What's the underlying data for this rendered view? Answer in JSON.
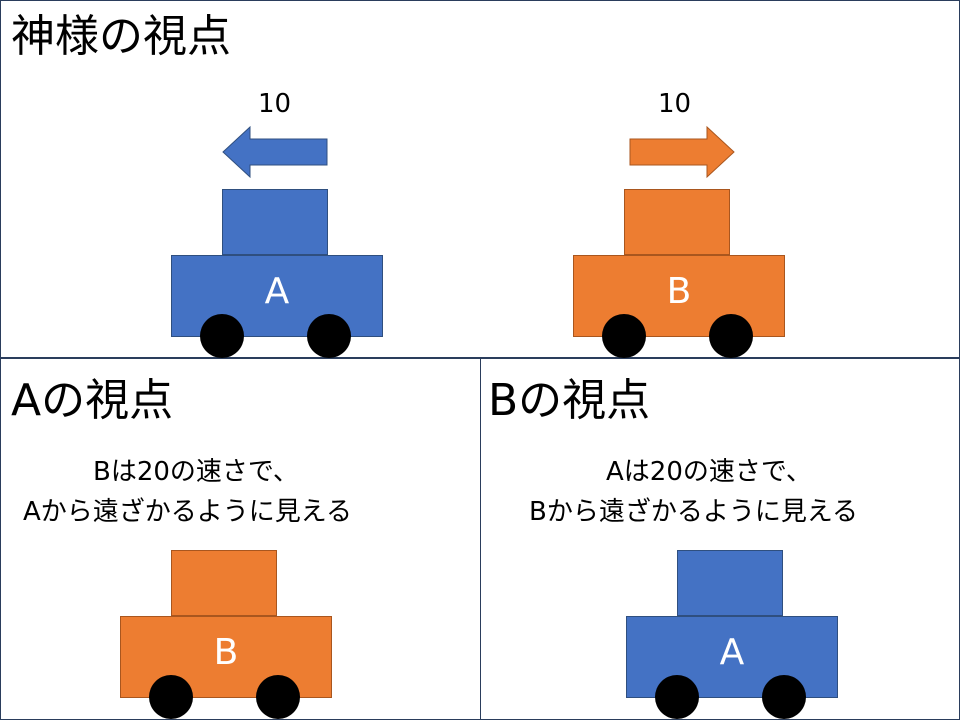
{
  "colors": {
    "car_a": "#4472c4",
    "car_b": "#ed7d31",
    "wheel": "#000000",
    "border": "#2a3d5c"
  },
  "god_view": {
    "title": "神様の視点",
    "car_a": {
      "label": "A",
      "speed": "10",
      "direction": "left"
    },
    "car_b": {
      "label": "B",
      "speed": "10",
      "direction": "right"
    }
  },
  "a_view": {
    "title": "Aの視点",
    "caption_line1": "Bは20の速さで、",
    "caption_line2": "Aから遠ざかるように見える",
    "car": {
      "label": "B"
    }
  },
  "b_view": {
    "title": "Bの視点",
    "caption_line1": "Aは20の速さで、",
    "caption_line2": "Bから遠ざかるように見える",
    "car": {
      "label": "A"
    }
  }
}
